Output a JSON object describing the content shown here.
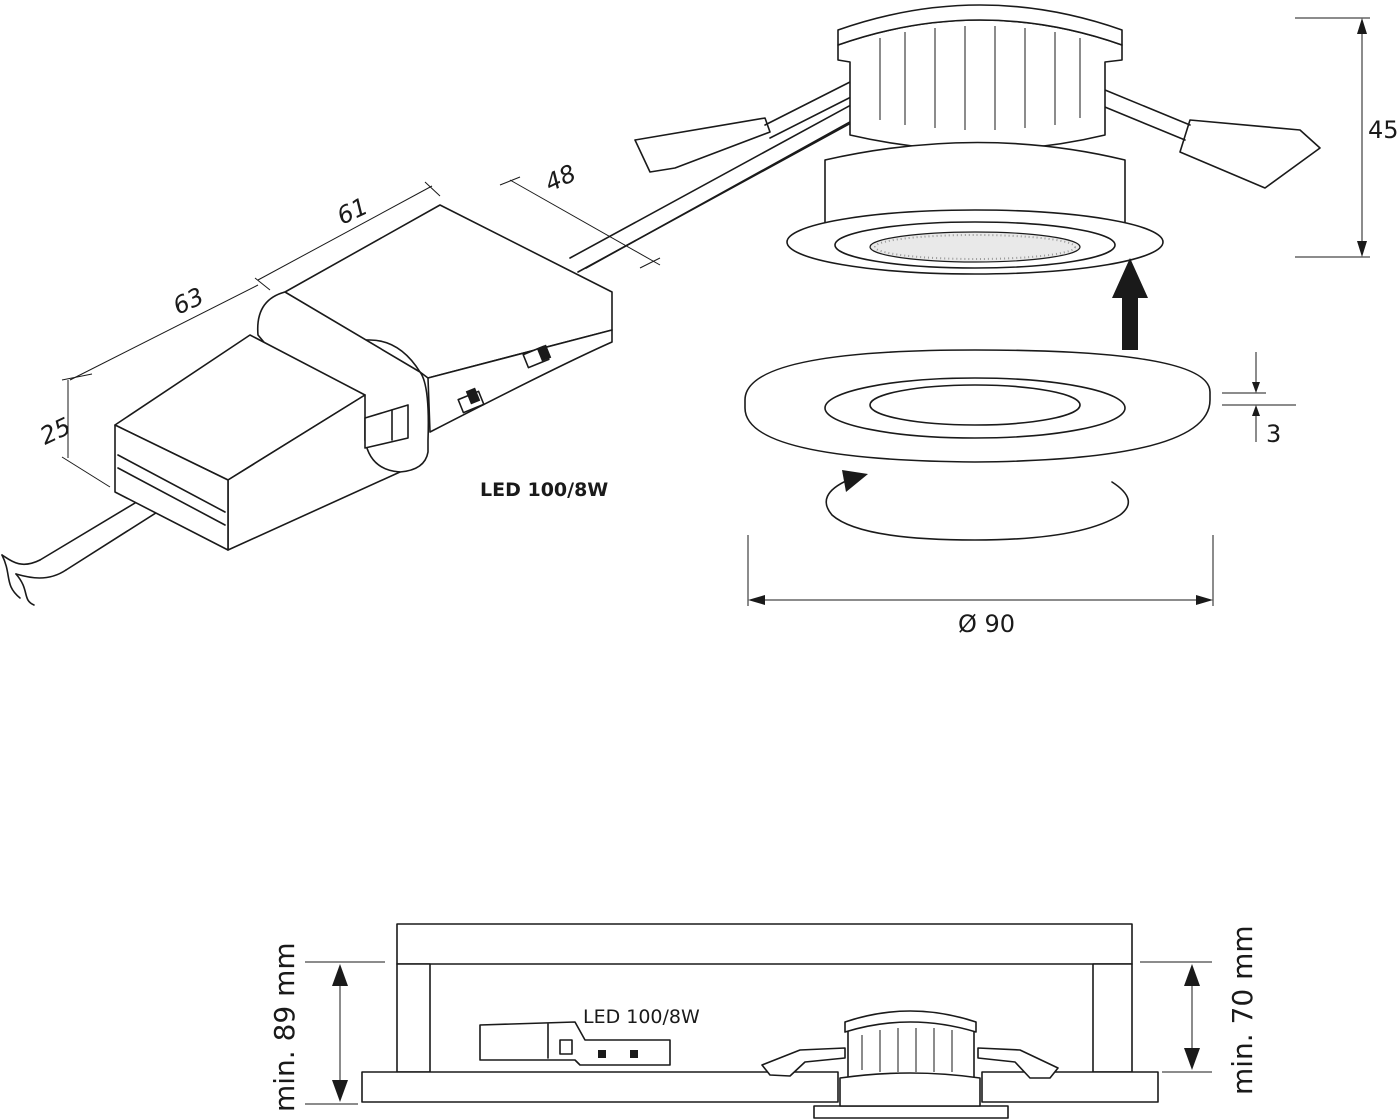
{
  "dimensions": {
    "driver_length": "63",
    "driver_width": "61",
    "cable_offset": "48",
    "driver_height": "25",
    "spot_height": "45",
    "ring_thickness": "3",
    "ring_diameter": "Ø 90"
  },
  "labels": {
    "driver_model": "LED 100/8W",
    "driver_model_section": "LED 100/8W"
  },
  "section": {
    "min_depth_left": "min. 89 mm",
    "min_depth_right": "min. 70 mm"
  }
}
